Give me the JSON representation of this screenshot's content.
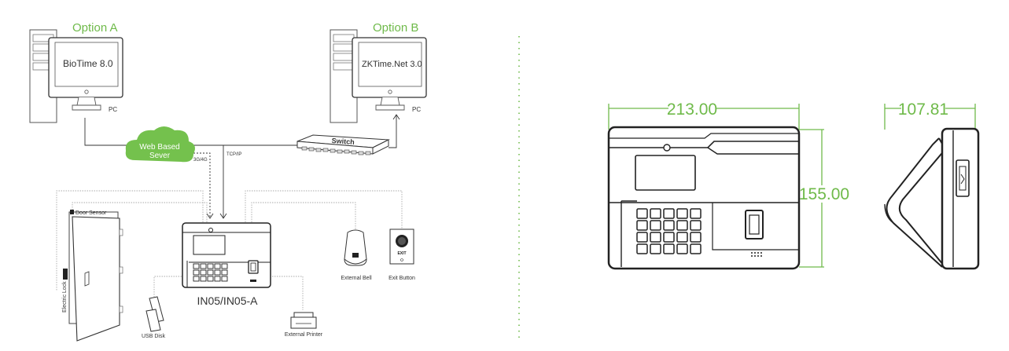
{
  "left_diagram": {
    "option_a": {
      "title": "Option A",
      "software": "BioTime 8.0",
      "pc_label": "PC"
    },
    "option_b": {
      "title": "Option B",
      "software": "ZKTime.Net 3.0",
      "pc_label": "PC"
    },
    "cloud": {
      "line1": "Web Based",
      "line2": "Sever"
    },
    "switch_label": "Switch",
    "link_labels": {
      "wireless": "3G/4G",
      "tcpip": "TCP/IP"
    },
    "device_name": "IN05/IN05-A",
    "peripherals": {
      "door_sensor": "Door Sensor",
      "electric_lock": "Electric Lock",
      "usb_disk": "USB Disk",
      "external_printer": "External Printer",
      "external_bell": "External Bell",
      "exit_button": "Exit Button",
      "exit_button_caption": "EXIT"
    },
    "colors": {
      "accent": "#6fba4a",
      "line": "#333333",
      "dotted": "#a9a9a9"
    }
  },
  "right_diagram": {
    "width_dim": "213.00",
    "height_dim": "155.00",
    "depth_dim": "107.81"
  }
}
